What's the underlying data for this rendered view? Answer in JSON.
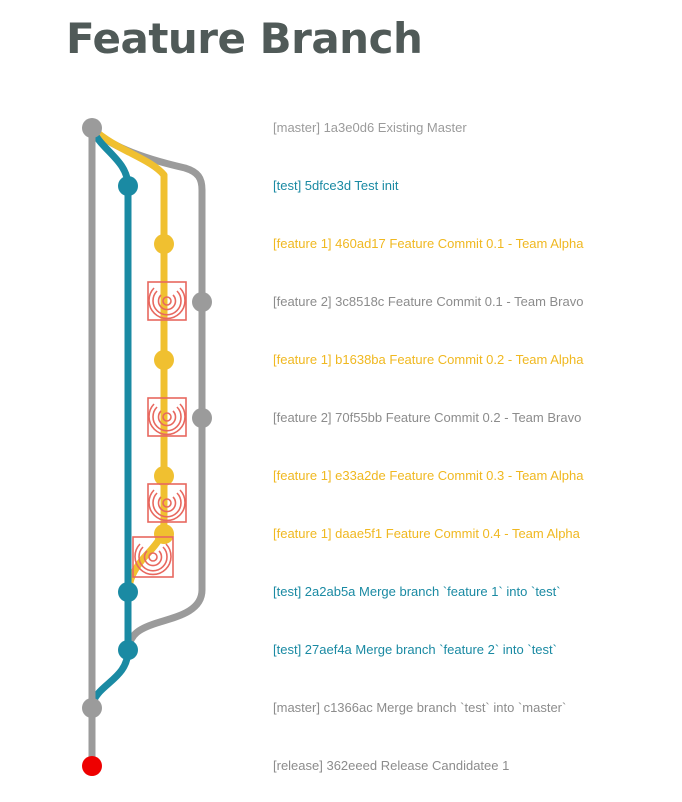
{
  "title": "Feature Branch",
  "colors": {
    "master": "#9b9b9b",
    "test": "#1a8aa3",
    "feature_1": "#f0c030",
    "feature_2": "#9b9b9b",
    "release": "#ee0000",
    "marker": "#e8685f",
    "title": "#505a58"
  },
  "commits": [
    {
      "branch": "master",
      "hash": "1a3e0d6",
      "message": "Existing Master",
      "label": "[master] 1a3e0d6 Existing Master",
      "color": "#9b9b9b"
    },
    {
      "branch": "test",
      "hash": "5dfce3d",
      "message": "Test init",
      "label": "[test] 5dfce3d Test init",
      "color": "#1a8aa3"
    },
    {
      "branch": "feature 1",
      "hash": "460ad17",
      "message": "Feature Commit 0.1 - Team Alpha",
      "label": "[feature 1] 460ad17 Feature Commit 0.1 - Team Alpha",
      "color": "#f0b820"
    },
    {
      "branch": "feature 2",
      "hash": "3c8518c",
      "message": "Feature Commit 0.1 - Team Bravo",
      "label": "[feature 2] 3c8518c Feature Commit 0.1 - Team Bravo",
      "color": "#8c8c8c"
    },
    {
      "branch": "feature 1",
      "hash": "b1638ba",
      "message": "Feature Commit 0.2 - Team Alpha",
      "label": "[feature 1] b1638ba Feature Commit 0.2 - Team Alpha",
      "color": "#f0b820"
    },
    {
      "branch": "feature 2",
      "hash": "70f55bb",
      "message": "Feature Commit 0.2 - Team Bravo",
      "label": "[feature 2] 70f55bb Feature Commit 0.2 - Team Bravo",
      "color": "#8c8c8c"
    },
    {
      "branch": "feature 1",
      "hash": "e33a2de",
      "message": "Feature Commit 0.3 - Team Alpha",
      "label": "[feature 1] e33a2de Feature Commit 0.3 - Team Alpha",
      "color": "#f0b820"
    },
    {
      "branch": "feature 1",
      "hash": "daae5f1",
      "message": "Feature Commit 0.4 - Team Alpha",
      "label": "[feature 1] daae5f1 Feature Commit 0.4 - Team Alpha",
      "color": "#f0b820"
    },
    {
      "branch": "test",
      "hash": "2a2ab5a",
      "message": "Merge branch `feature 1` into `test`",
      "label": "[test] 2a2ab5a Merge branch `feature 1` into `test`",
      "color": "#1a8aa3"
    },
    {
      "branch": "test",
      "hash": "27aef4a",
      "message": "Merge branch `feature 2` into `test`",
      "label": "[test] 27aef4a Merge branch `feature 2` into `test`",
      "color": "#1a8aa3"
    },
    {
      "branch": "master",
      "hash": "c1366ac",
      "message": "Merge branch `test` into `master`",
      "label": "[master] c1366ac Merge branch `test` into `master`",
      "color": "#8c8c8c"
    },
    {
      "branch": "release",
      "hash": "362eeed",
      "message": "Release Candidatee 1",
      "label": "[release] 362eeed Release Candidatee 1",
      "color": "#8c8c8c"
    }
  ]
}
